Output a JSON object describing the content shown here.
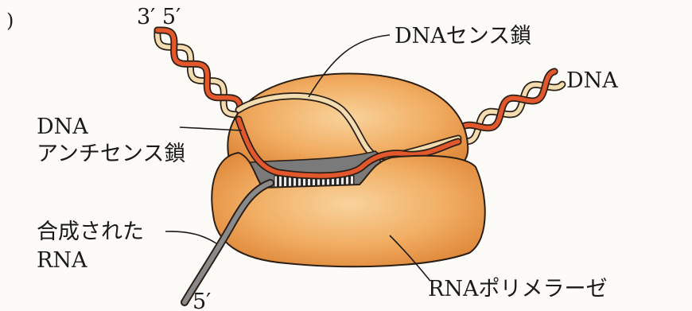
{
  "figure_tag": ")",
  "labels": {
    "ends_top": "3′ 5′",
    "sense_strand": "DNAセンス鎖",
    "dna_right": "DNA",
    "antisense_line1": "DNA",
    "antisense_line2": "アンチセンス鎖",
    "rna_line1": "合成された",
    "rna_line2": "RNA",
    "polymerase": "RNAポリメラーゼ",
    "end_bottom": "5′"
  },
  "colors": {
    "enzyme_light": "#f6c486",
    "enzyme_dark": "#e08a3c",
    "antisense_strand": "#e2572c",
    "sense_strand": "#f2dcb0",
    "rna_strand": "#8a8a8a",
    "outline": "#2b1f16"
  }
}
